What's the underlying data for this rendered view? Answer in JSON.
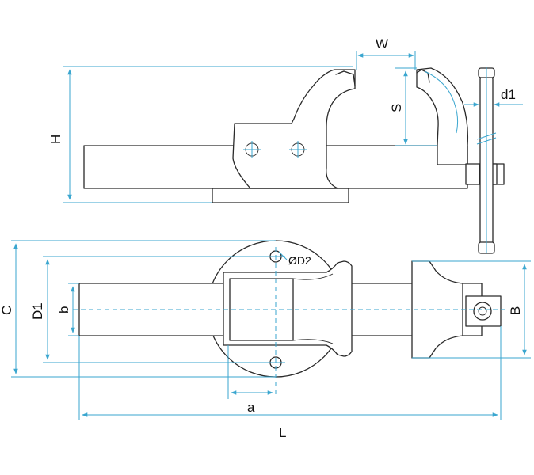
{
  "labels": {
    "W": "W",
    "S": "S",
    "H": "H",
    "d1": "d1",
    "D2": "ØD2",
    "C": "C",
    "D1": "D1",
    "b": "b",
    "B": "B",
    "a": "a",
    "L": "L"
  },
  "colors": {
    "outline": "#2a2a2a",
    "dimension": "#3aa6cf",
    "text": "#111111"
  }
}
